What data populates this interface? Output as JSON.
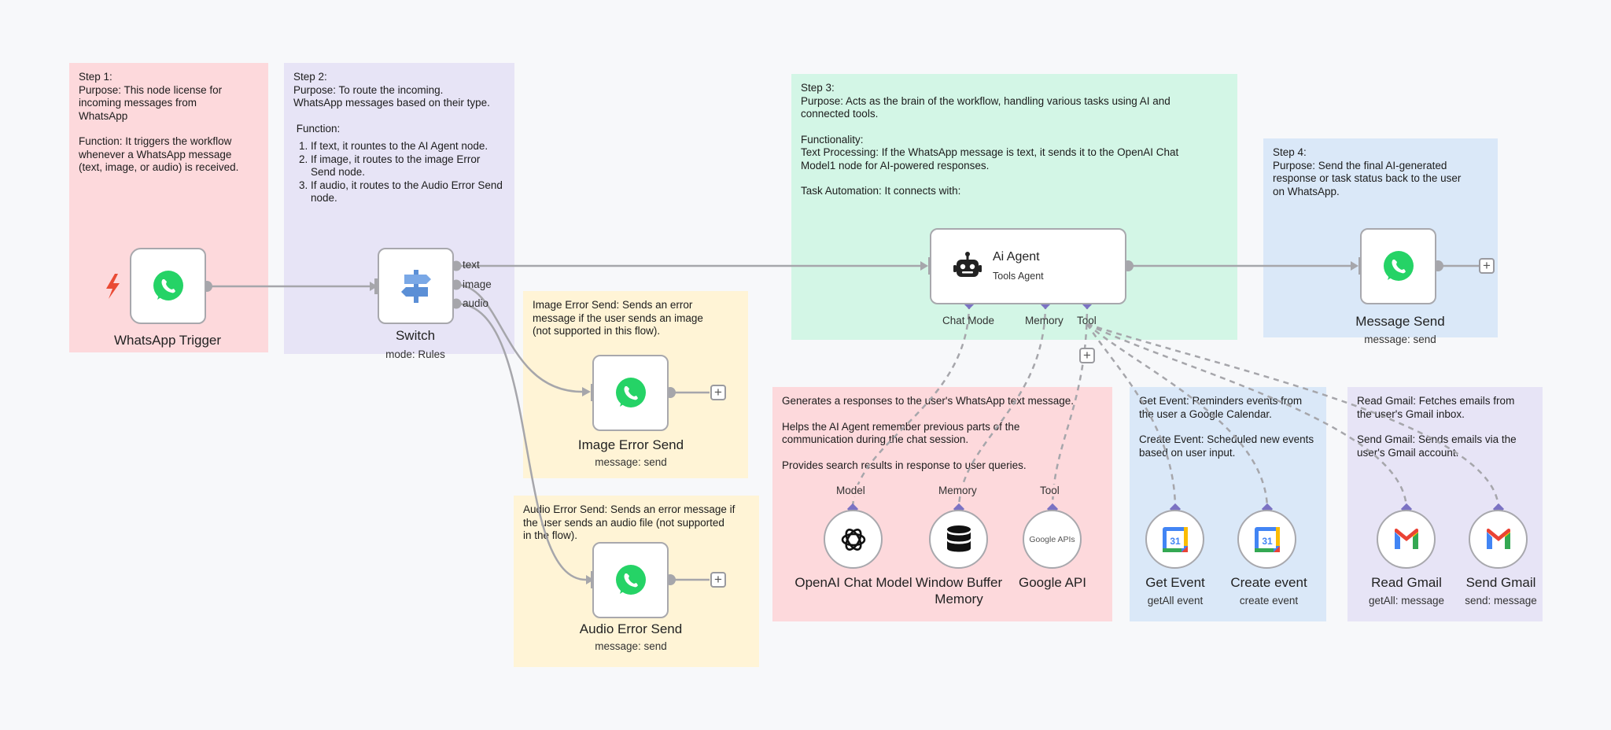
{
  "stickies": {
    "step1": {
      "lines": [
        "Step 1:",
        "Purpose: This node license for",
        "incoming messages from",
        "WhatsApp",
        "",
        "Function: It triggers the workflow",
        "whenever a WhatsApp message",
        "(text, image, or audio) is received."
      ]
    },
    "step2": {
      "lines": [
        "Step 2:",
        "Purpose: To route the incoming.",
        "WhatsApp messages based on their type.",
        "",
        " Function:"
      ],
      "items": [
        "If text, it rountes to the AI Agent node.",
        "If image, it routes to the image Error Send node.",
        "If audio, it routes to the Audio Error Send node."
      ]
    },
    "step3": {
      "lines": [
        "Step 3:",
        "Purpose: Acts as the brain of the workflow, handling various tasks using AI and",
        "connected tools.",
        "",
        "Functionality:",
        "Text Processing: If the WhatsApp message is text, it sends it to the OpenAI Chat",
        "Model1 node for AI-powered responses.",
        "",
        "Task Automation: It connects with:"
      ]
    },
    "step4": {
      "lines": [
        "Step 4:",
        "Purpose: Send the final AI-generated",
        "response or task status back to the user",
        "on WhatsApp."
      ]
    },
    "image_error": {
      "lines": [
        "Image Error Send: Sends an error",
        "message if the user sends an image",
        "(not supported in this flow)."
      ]
    },
    "audio_error": {
      "lines": [
        "Audio Error Send: Sends an error message if",
        "the user sends an audio file (not supported",
        "in the flow)."
      ]
    },
    "ai_tools": {
      "lines": [
        "Generates a responses to the user's WhatsApp text message.",
        "",
        "Helps the AI Agent remember previous parts of the",
        "communication during the chat session.",
        "",
        "Provides search results in response to user queries."
      ]
    },
    "calendar": {
      "lines": [
        "Get Event: Reminders events from",
        "the user a Google Calendar.",
        "",
        "Create Event: Scheduled new events",
        "based on user input."
      ]
    },
    "gmail": {
      "lines": [
        "Read Gmail: Fetches emails from",
        "the user's Gmail inbox.",
        "",
        "Send Gmail: Sends emails via the",
        "user's Gmail account."
      ]
    }
  },
  "nodes": {
    "whatsapp_trigger": {
      "label": "WhatsApp Trigger"
    },
    "switch": {
      "label": "Switch",
      "sub": "mode: Rules",
      "outputs": [
        "text",
        "image",
        "audio"
      ]
    },
    "image_error_send": {
      "label": "Image Error Send",
      "sub": "message: send"
    },
    "audio_error_send": {
      "label": "Audio Error Send",
      "sub": "message: send"
    },
    "ai_agent": {
      "title": "Ai Agent",
      "sub": "Tools Agent",
      "ports": [
        "Chat Mode",
        "Memory",
        "Tool"
      ]
    },
    "message_send": {
      "label": "Message Send",
      "sub": "message: send"
    },
    "openai": {
      "label": "OpenAI Chat Model",
      "port": "Model"
    },
    "memory": {
      "label_line1": "Window Buffer",
      "label_line2": "Memory",
      "port": "Memory"
    },
    "google_api": {
      "label": "Google API",
      "port": "Tool",
      "icon_text": "Google APIs"
    },
    "get_event": {
      "label": "Get Event",
      "sub": "getAll event"
    },
    "create_event": {
      "label": "Create event",
      "sub": "create event"
    },
    "read_gmail": {
      "label": "Read Gmail",
      "sub": "getAll: message"
    },
    "send_gmail": {
      "label": "Send Gmail",
      "sub": "send: message"
    }
  },
  "icons": {
    "calendar_day": "31",
    "plus": "+"
  },
  "colors": {
    "sticky_red": "#fdd9dc",
    "sticky_purple": "#e7e4f6",
    "sticky_green": "#d3f6e6",
    "sticky_blue": "#dae8f8",
    "sticky_yellow": "#fff4d6",
    "whatsapp": "#25d366",
    "trigger_bolt": "#ea4b35",
    "connector_port": "#7b72c3",
    "wire": "#a6a6ab"
  }
}
